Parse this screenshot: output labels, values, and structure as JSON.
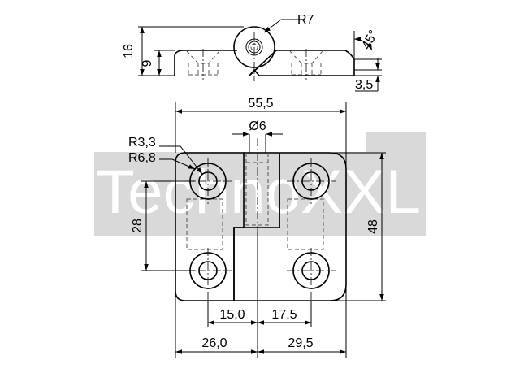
{
  "watermark": {
    "text": "TechnoXXL",
    "band_color": "#d9d9d9"
  },
  "side_view": {
    "dims": {
      "r7": "R7",
      "h16": "16",
      "h9": "9",
      "angle45": "45°",
      "t35": "3,5"
    }
  },
  "front_view": {
    "dims": {
      "width": "55,5",
      "pin_dia": "Ø6",
      "hole_r": "R3,3",
      "boss_r": "R6,8",
      "height": "48",
      "hole_spacing": "28",
      "d150": "15,0",
      "d175": "17,5",
      "d260": "26,0",
      "d295": "29,5"
    }
  }
}
